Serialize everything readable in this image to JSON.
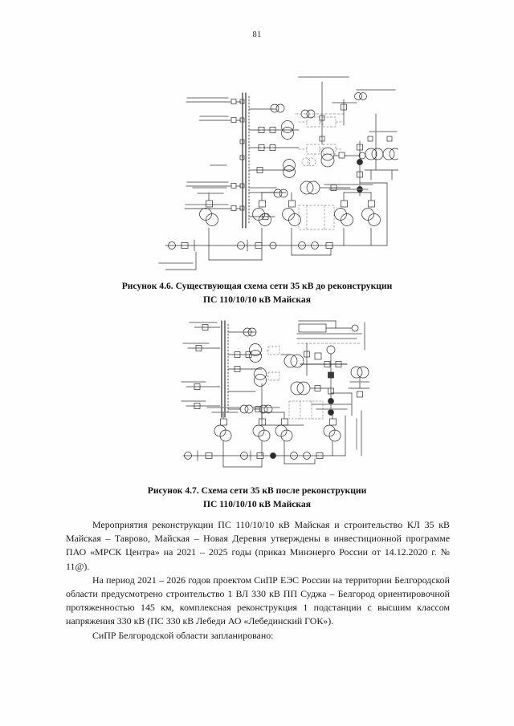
{
  "document": {
    "page_number": "81",
    "language": "ru"
  },
  "figures": [
    {
      "id": "figure-4-6",
      "kind": "electrical-single-line-diagram",
      "caption_line_1": "Рисунок 4.6. Существующая схема сети 35 кВ до реконструкции",
      "caption_line_2": "ПС 110/10/10 кВ Майская"
    },
    {
      "id": "figure-4-7",
      "kind": "electrical-single-line-diagram",
      "caption_line_1": "Рисунок 4.7. Схема сети 35 кВ после реконструкции",
      "caption_line_2": "ПС 110/10/10 кВ Майская"
    }
  ],
  "body": {
    "paragraph_1": "Мероприятия реконструкции ПС 110/10/10 кВ Майская и строительство КЛ 35 кВ Майская – Таврово, Майская – Новая Деревня утверждены в инвестиционной программе ПАО «МРСК Центра» на 2021 – 2025 годы (приказ Минэнерго России от 14.12.2020 г. № 11@).",
    "paragraph_2": "На период 2021 – 2026 годов проектом СиПР ЕЭС России на территории Белгородской области предусмотрено строительство 1 ВЛ 330 кВ ПП Суджа – Белгород ориентировочной протяженностью 145 км, комплексная реконструкция 1 подстанции с высшим классом напряжения 330 кВ (ПС 330 кВ Лебеди АО «Лебединский ГОК»).",
    "paragraph_3": "СиПР Белгородской области запланировано:"
  },
  "colors": {
    "page_background": "#fefefe",
    "text": "#1b1b1b",
    "diagram_ink": "#2a2a2a",
    "diagram_faint": "#9a9a9a"
  }
}
